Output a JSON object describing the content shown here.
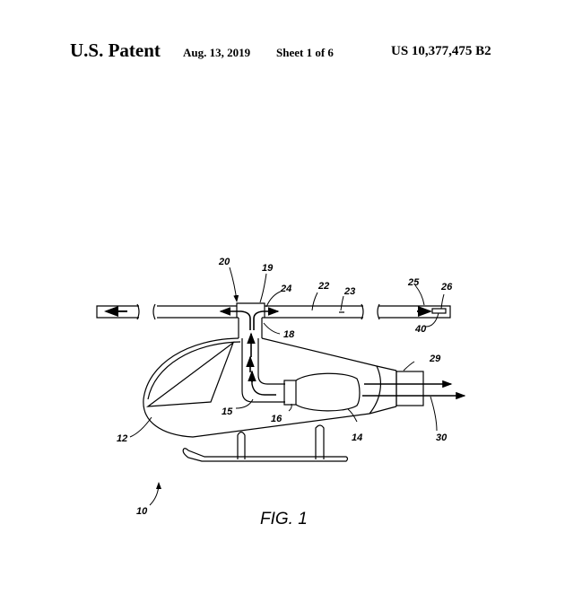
{
  "header": {
    "title": "U.S. Patent",
    "date": "Aug. 13, 2019",
    "sheet": "Sheet 1 of 6",
    "patent_number": "US 10,377,475 B2"
  },
  "figure": {
    "caption": "FIG. 1",
    "labels": {
      "l10": "10",
      "l12": "12",
      "l14": "14",
      "l15": "15",
      "l16": "16",
      "l18": "18",
      "l19": "19",
      "l20": "20",
      "l22": "22",
      "l23": "23",
      "l24": "24",
      "l25": "25",
      "l26": "26",
      "l29": "29",
      "l30": "30",
      "l40": "40"
    }
  }
}
